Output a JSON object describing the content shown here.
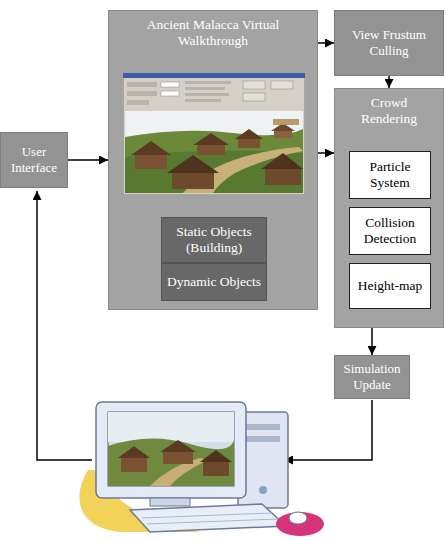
{
  "diagram": {
    "nodes": [
      {
        "text": [
          "User Interface"
        ]
      },
      {
        "text": [
          "Ancient Malacca Virtual Walkthrough"
        ]
      },
      {
        "text": [
          "Static Objects (Building)"
        ],
        "in": 1
      },
      {
        "text": [
          "Dynamic Objects"
        ],
        "in": 1
      },
      {
        "text": [
          "View Frustum Culling"
        ]
      },
      {
        "text": [
          "Crowd Rendering"
        ]
      },
      {
        "text": [
          "Particle System"
        ],
        "in": 5
      },
      {
        "text": [
          "Collision Detection"
        ],
        "in": 5
      },
      {
        "text": [
          "Height-map"
        ],
        "in": 5
      },
      {
        "text": [
          "Simulation Update"
        ]
      }
    ],
    "edges": [
      {
        "from": 0,
        "to": 1,
        "arrow": "to"
      },
      {
        "from": 1,
        "to": 4,
        "arrow": "to"
      },
      {
        "from": 1,
        "to": 5,
        "arrow": "to"
      },
      {
        "from": 4,
        "to": 5,
        "arrow": "to"
      },
      {
        "from": 5,
        "to": 9,
        "arrow": "to"
      }
    ]
  }
}
